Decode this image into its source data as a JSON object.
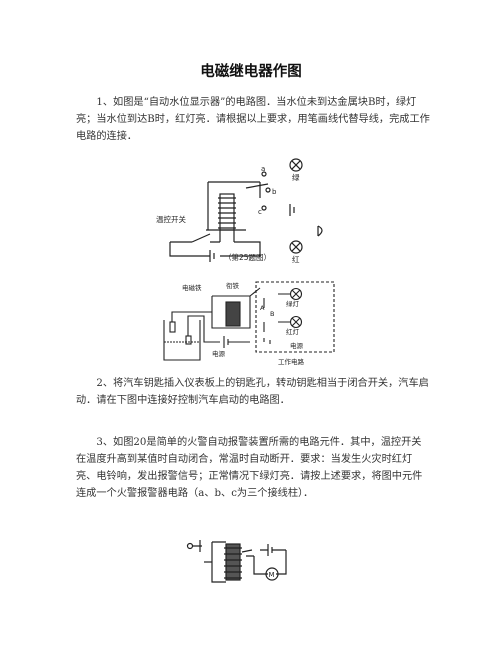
{
  "title": "电磁继电器作图",
  "q1": "1、如图是“自动水位显示器”的电路图．当水位未到达金属块B时，绿灯亮；当水位到达B时，红灯亮．请根据以上要求，用笔画线代替导线，完成工作电路的连接．",
  "q2": "2、将汽车钥匙插入仪表板上的钥匙孔，转动钥匙相当于闭合开关，汽车启动．请在下图中连接好控制汽车启动的电路图．",
  "q3": "3、如图20是简单的火警自动报警装置所需的电路元件．其中，温控开关在温度升高到某值时自动闭合，常温时自动断开．要求：当发生火灾时红灯亮、电铃响，发出报警信号；正常情况下绿灯亮．请按上述要求，将图中元件连成一个火警报警器电路（a、b、c为三个接线柱）．",
  "fig1": {
    "label_a": "a",
    "label_b": "b",
    "label_c": "c",
    "label_green": "绿",
    "label_red": "红",
    "label_switch": "温控开关",
    "caption": "（第25题图）"
  },
  "fig2": {
    "label_magnet": "电磁铁",
    "label_spring": "衔铁",
    "label_A": "A",
    "label_B": "B",
    "label_green_lamp": "绿灯",
    "label_red_lamp": "红灯",
    "label_power": "电源",
    "label_power2": "电源",
    "label_work_circuit": "工作电路"
  },
  "fig3": {
    "motor_label": "M"
  }
}
